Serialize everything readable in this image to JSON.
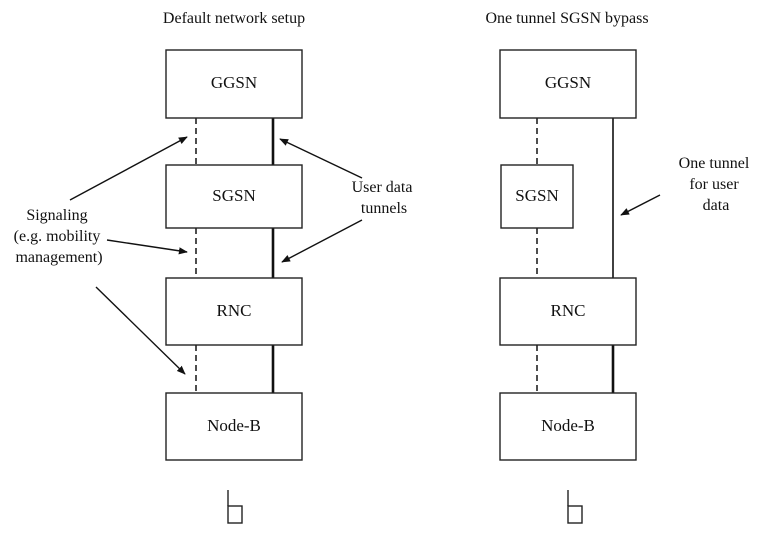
{
  "titles": {
    "left": "Default network setup",
    "right": "One tunnel SGSN bypass"
  },
  "left_nodes": {
    "ggsn": "GGSN",
    "sgsn": "SGSN",
    "rnc": "RNC",
    "nodeb": "Node-B"
  },
  "right_nodes": {
    "ggsn": "GGSN",
    "sgsn": "SGSN",
    "rnc": "RNC",
    "nodeb": "Node-B"
  },
  "annotations": {
    "signaling": [
      "Signaling",
      "(e.g. mobility",
      "management)"
    ],
    "user_data_tunnels": [
      "User data",
      "tunnels"
    ],
    "one_tunnel": [
      "One tunnel",
      "for user",
      "data"
    ]
  },
  "colors": {
    "line": "#111111",
    "box_fill": "#ffffff"
  }
}
